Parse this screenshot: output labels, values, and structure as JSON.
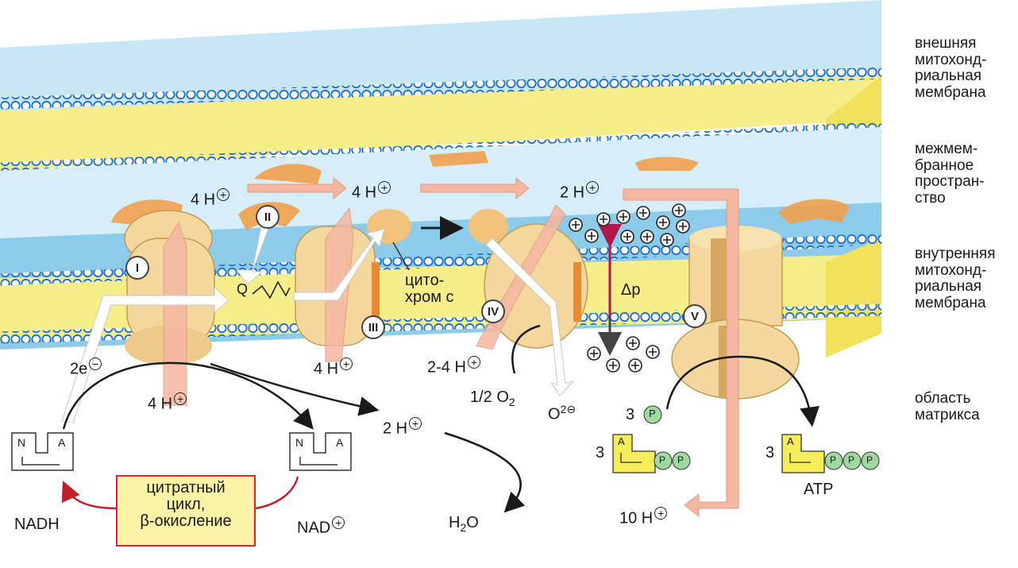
{
  "side_labels": {
    "outer_membrane": [
      "внешняя",
      "митохонд-",
      "риальная",
      "мембрана"
    ],
    "intermembrane": [
      "межмем-",
      "бранное",
      "простран-",
      "ство"
    ],
    "inner_membrane": [
      "внутренняя",
      "митохонд-",
      "риальная",
      "мембрана"
    ],
    "matrix": [
      "область",
      "матрикса"
    ]
  },
  "complexes": {
    "c1": "I",
    "c2": "II",
    "c3": "III",
    "c4": "IV",
    "c5": "V"
  },
  "labels": {
    "h4_top_left": "4 H",
    "h4_top_mid": "4 H",
    "h2_top": "2 H",
    "q": "Q",
    "cytochrome_1": "цито-",
    "cytochrome_2": "хром с",
    "dp": "Δp",
    "electrons": "2e",
    "h4_bottom_left": "4 H",
    "h4_bottom_mid": "4 H",
    "h24": "2-4 H",
    "o2_half": "1/2 O",
    "o2_sub": "2",
    "o2minus": "O",
    "o2minus_sup": "2⊖",
    "h2_matrix": "2 H",
    "h2o": "H",
    "h2o_sub": "2",
    "h2o_o": "O",
    "nadh": "NADH",
    "nad": "NAD",
    "h10": "10 H",
    "atp": "ATP",
    "p3": "3",
    "adp3": "3",
    "atp3": "3",
    "p_letter": "P",
    "a_letter": "A",
    "n_letter": "N"
  },
  "citrate_box": [
    "цитратный",
    "цикл,",
    "β-окисление"
  ],
  "colors": {
    "membrane_blue": "#7fc4e8",
    "membrane_yellow": "#f7ee8a",
    "bead": "#1e6fd0",
    "protein": "#f3d79c",
    "protein_orange": "#f0a04a",
    "arrow_pink": "#f4b7a0",
    "dp_arrow": "#b0174a",
    "citrate_border": "#d9262b",
    "phosphate_green": "#9fd9a0",
    "adenosine_yellow": "#f5ec5a"
  }
}
